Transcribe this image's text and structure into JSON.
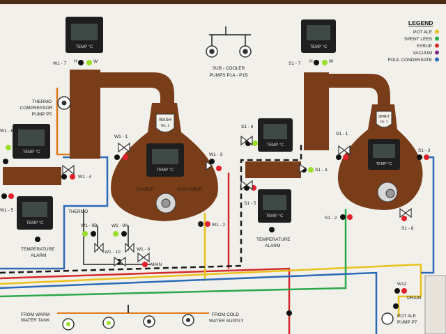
{
  "legend": {
    "title": "LEGEND",
    "items": [
      {
        "label": "POT ALE",
        "color": "#e8c21a"
      },
      {
        "label": "SPENT LEES",
        "color": "#2aa84a"
      },
      {
        "label": "SYRUP",
        "color": "#d42a2a"
      },
      {
        "label": "VACUUM",
        "color": "#7a2a8a"
      },
      {
        "label": "FOUL CONDENSATE",
        "color": "#2a6ab8"
      }
    ]
  },
  "colors": {
    "panel": "#f2f0ea",
    "copper": "#7a3d1a",
    "copper_dark": "#5e2c10",
    "display": "#1e1e1e",
    "lcd": "#3f4a46",
    "line_orange": "#e07a1a",
    "line_black": "#1a1a1a",
    "led_green": "#9adf2a",
    "led_red": "#e0202a",
    "frame": "#4a2c18"
  },
  "sub_cooler": {
    "line1": "SUB - COOLER",
    "line2": "PUMPS P1A - P1B"
  },
  "stills": {
    "wash": {
      "name": "WASH",
      "number": "No. 1"
    },
    "spirit": {
      "name": "SPIRIT",
      "number": "No. 1"
    }
  },
  "temp_label": "TEMP °C",
  "wash_temp_indicator": "W1 - 7",
  "spirit_temp_indicator": "S1 - 7",
  "valve_marks": {
    "h": "H",
    "w": "W"
  },
  "labels": {
    "thermo_compressor": [
      "THERMO",
      "COMPRESSOR",
      "PUMP  P5"
    ],
    "w1_1": "W1 - 1",
    "w1_3": "W1 - 3",
    "w1_4": "W1 - 4",
    "w1_2": "W1 - 2",
    "w1_5": "W1 - 5",
    "w1_6": "W1 - 6",
    "w1_9b": "W1 - 9B",
    "w1_9a": "W1 - 9A",
    "w1_10": "W1 - 10",
    "w1_8": "W1 - 8",
    "thermo": "THERMO",
    "main": "MAIN",
    "s1_6": "S1 - 6",
    "s1_5": "S1 - 5",
    "s1_4": "S1 - 4",
    "s1_1": "S1 - 1",
    "s1_3": "S1 - 3",
    "s1_2": "S1 - 2",
    "s1_8": "S1 - 8",
    "w12": "W12",
    "drain": "DRAIN",
    "charge": "CHARGE",
    "discharge": "DISCHARGE",
    "temp_alarm": [
      "TEMPERATURE",
      "ALARM"
    ],
    "from_warm": [
      "FROM WARM",
      "WATER TANK"
    ],
    "from_cold": [
      "FROM COLD",
      "WATER SUPPLY"
    ],
    "pot_ale_pump": [
      "POT ALE",
      "PUMP P7"
    ]
  }
}
